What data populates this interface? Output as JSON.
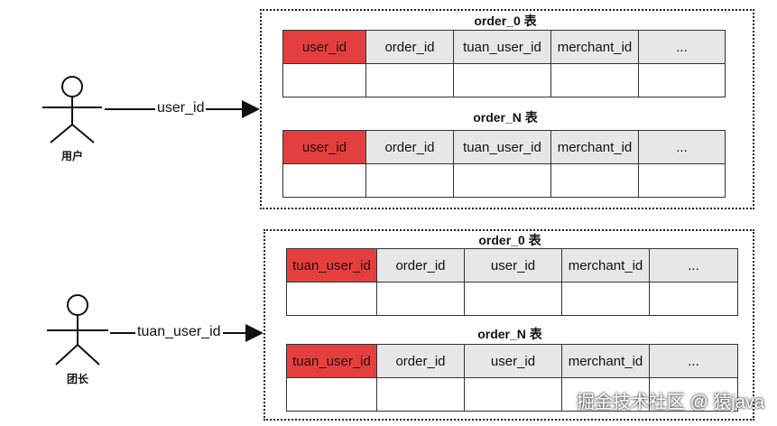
{
  "top_group": {
    "actor_label": "用户",
    "arrow_label": "user_id",
    "tables": [
      {
        "title": "order_0 表",
        "columns": [
          "user_id",
          "order_id",
          "tuan_user_id",
          "merchant_id",
          "..."
        ],
        "key_index": 0
      },
      {
        "title": "order_N 表",
        "columns": [
          "user_id",
          "order_id",
          "tuan_user_id",
          "merchant_id",
          "..."
        ],
        "key_index": 0
      }
    ]
  },
  "bottom_group": {
    "actor_label": "团长",
    "arrow_label": "tuan_user_id",
    "tables": [
      {
        "title": "order_0 表",
        "columns": [
          "tuan_user_id",
          "order_id",
          "user_id",
          "merchant_id",
          "..."
        ],
        "key_index": 0
      },
      {
        "title": "order_N 表",
        "columns": [
          "tuan_user_id",
          "order_id",
          "user_id",
          "merchant_id",
          "..."
        ],
        "key_index": 0
      }
    ]
  },
  "watermark": "掘金技术社区 @ 猿java",
  "colors": {
    "key_header": "#e43f3f",
    "header": "#e6e8e8",
    "border": "#333333"
  }
}
